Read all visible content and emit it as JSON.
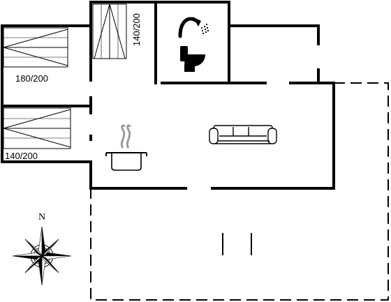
{
  "labels": {
    "bed_top_left": "180/200",
    "bed_bottom_left": "140/200",
    "bed_top_middle": "140/200",
    "compass_north": "N"
  },
  "icons": [
    "bed-icon",
    "shower-icon",
    "toilet-icon",
    "cooking-pot-icon",
    "sofa-icon",
    "compass-rose-icon"
  ],
  "colors": {
    "wall": "#000000",
    "background": "#ffffff"
  }
}
